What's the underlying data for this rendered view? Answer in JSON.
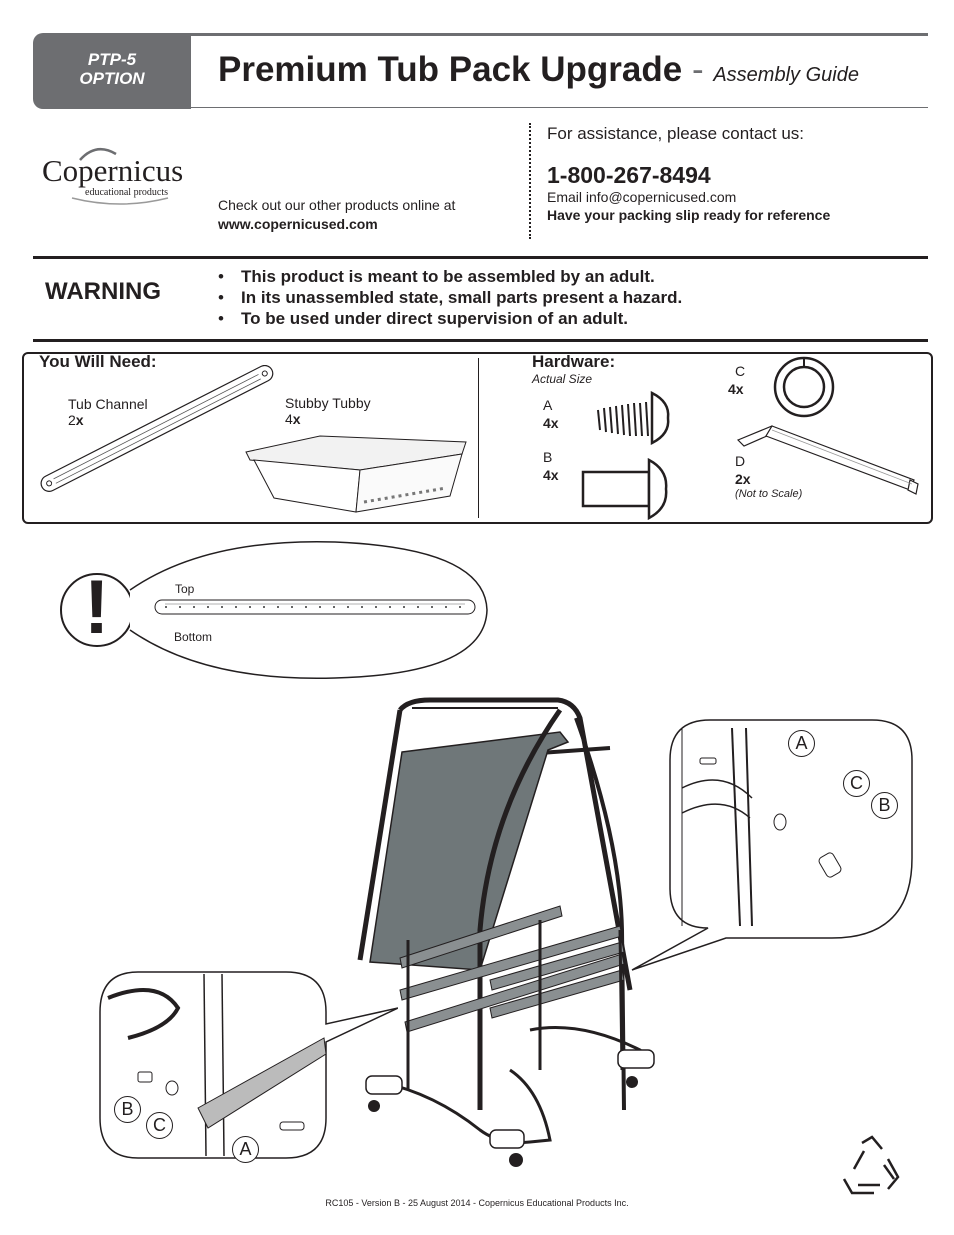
{
  "header": {
    "code_line1": "PTP-5",
    "code_line2": "OPTION",
    "title": "Premium Tub Pack Upgrade",
    "title_sep": "-",
    "subtitle": "Assembly Guide"
  },
  "logo": {
    "name": "Copernicus",
    "tagline": "educational products"
  },
  "contact": {
    "check_text": "Check out our other products online at",
    "website": "www.copernicused.com",
    "assist": "For assistance, please contact us:",
    "phone": "1-800-267-8494",
    "email": "Email info@copernicused.com",
    "slip": "Have your packing slip ready for reference"
  },
  "warning": {
    "heading": "WARNING",
    "items": [
      "This product is meant to be assembled by an adult.",
      "In its unassembled state, small parts present a hazard.",
      "To be used under direct supervision of an adult."
    ]
  },
  "needs": {
    "title": "You Will Need:",
    "parts": [
      {
        "name": "Tub Channel",
        "qty_num": "2",
        "qty_x": "x"
      },
      {
        "name": "Stubby Tubby",
        "qty_num": "4",
        "qty_x": "x"
      }
    ]
  },
  "hardware": {
    "title": "Hardware:",
    "subtitle": "Actual Size",
    "items": [
      {
        "letter": "A",
        "qty": "4x"
      },
      {
        "letter": "B",
        "qty": "4x"
      },
      {
        "letter": "C",
        "qty": "4x"
      },
      {
        "letter": "D",
        "qty": "2x",
        "note": "(Not to Scale)"
      }
    ]
  },
  "orientation": {
    "symbol": "!",
    "top_label": "Top",
    "bottom_label": "Bottom"
  },
  "callouts": {
    "right": [
      "A",
      "C",
      "B"
    ],
    "left": [
      "B",
      "C",
      "A"
    ]
  },
  "footer": "RC105 - Version B - 25 August 2014 - Copernicus Educational Products Inc.",
  "colors": {
    "header_gray": "#6d6e71",
    "ink": "#231f20",
    "panel_gray": "#6f7779"
  }
}
